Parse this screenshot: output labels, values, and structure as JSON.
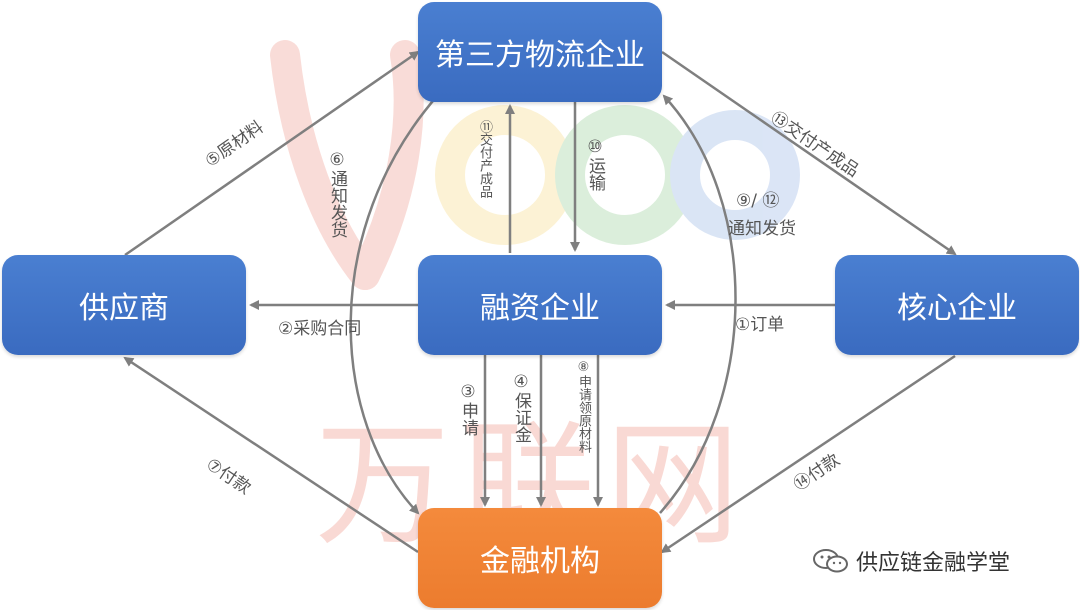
{
  "nodes": {
    "logistics": "第三方物流企业",
    "supplier": "供应商",
    "financing": "融资企业",
    "core": "核心企业",
    "bank": "金融机构"
  },
  "edges": {
    "e1": "①订单",
    "e2": "②采购合同",
    "e3": "③申请",
    "e4": "④保证金",
    "e5": "⑤原材料",
    "e6": "⑥通知发货",
    "e7": "⑦付款",
    "e8": "⑧申请领原材料",
    "e9_12": "⑨/ ⑫",
    "e9_12_text": "通知发货",
    "e10": "⑩运输",
    "e11": "⑪交付产成品",
    "e13": "⑬交付产成品",
    "e14": "⑭付款"
  },
  "watermark": "万联网",
  "brand": "供应链金融学堂",
  "colors": {
    "node_blue": "#4a7fd1",
    "node_orange": "#ec7c2e",
    "arrow": "#7f7f7f",
    "watermark_red": "#e6553f"
  }
}
